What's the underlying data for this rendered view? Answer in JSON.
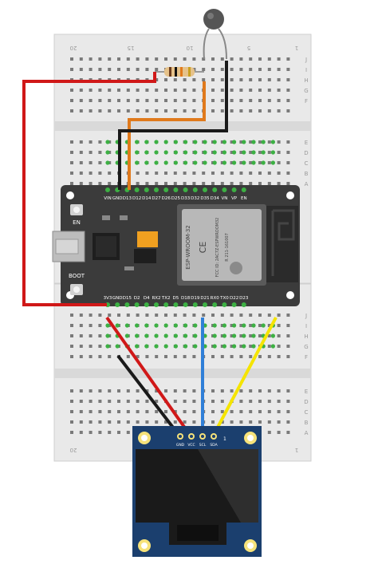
{
  "breadboard": {
    "row_labels_top": [
      "J",
      "I",
      "H",
      "G",
      "F",
      "E",
      "D",
      "C",
      "B",
      "A"
    ],
    "row_labels_bottom": [
      "J",
      "I",
      "H",
      "G",
      "F",
      "E",
      "D",
      "C",
      "B",
      "A"
    ],
    "col_markers": [
      "20",
      "15",
      "10",
      "5",
      "1"
    ]
  },
  "esp32": {
    "top_pins": [
      "VIN",
      "GND",
      "D13",
      "D12",
      "D14",
      "D27",
      "D26",
      "D25",
      "D33",
      "D32",
      "D35",
      "D34",
      "VN",
      "VP",
      "EN"
    ],
    "bottom_pins": [
      "3V3",
      "GND",
      "D15",
      "D2",
      "D4",
      "RX2",
      "TX2",
      "D5",
      "D18",
      "D19",
      "D21",
      "RX0",
      "TX0",
      "D22",
      "D23"
    ],
    "en_label": "EN",
    "boot_label": "BOOT",
    "module_line1": "ESP-WROOM-32",
    "module_line2": "CE",
    "module_line3": "FCC ID: 2AC7Z-ESPWROOM32",
    "module_line4": "R  211-161007"
  },
  "oled": {
    "pins": [
      "GND",
      "VCC",
      "SCL",
      "SDA"
    ],
    "pin_one": "1"
  },
  "colors": {
    "breadboard": "#e8e8e8",
    "wire_red": "#d01818",
    "wire_black": "#1a1a1a",
    "wire_orange": "#e07a1c",
    "wire_blue": "#2f7fd8",
    "wire_yellow": "#f5e400",
    "board": "#3a3a3a",
    "oled_pcb": "#1b3f6e",
    "pad_gold": "#e8c64a",
    "hole_green": "#3cb043"
  },
  "icons": [
    "thermistor-icon",
    "resistor-icon",
    "usb-connector-icon",
    "antenna-trace-icon"
  ]
}
